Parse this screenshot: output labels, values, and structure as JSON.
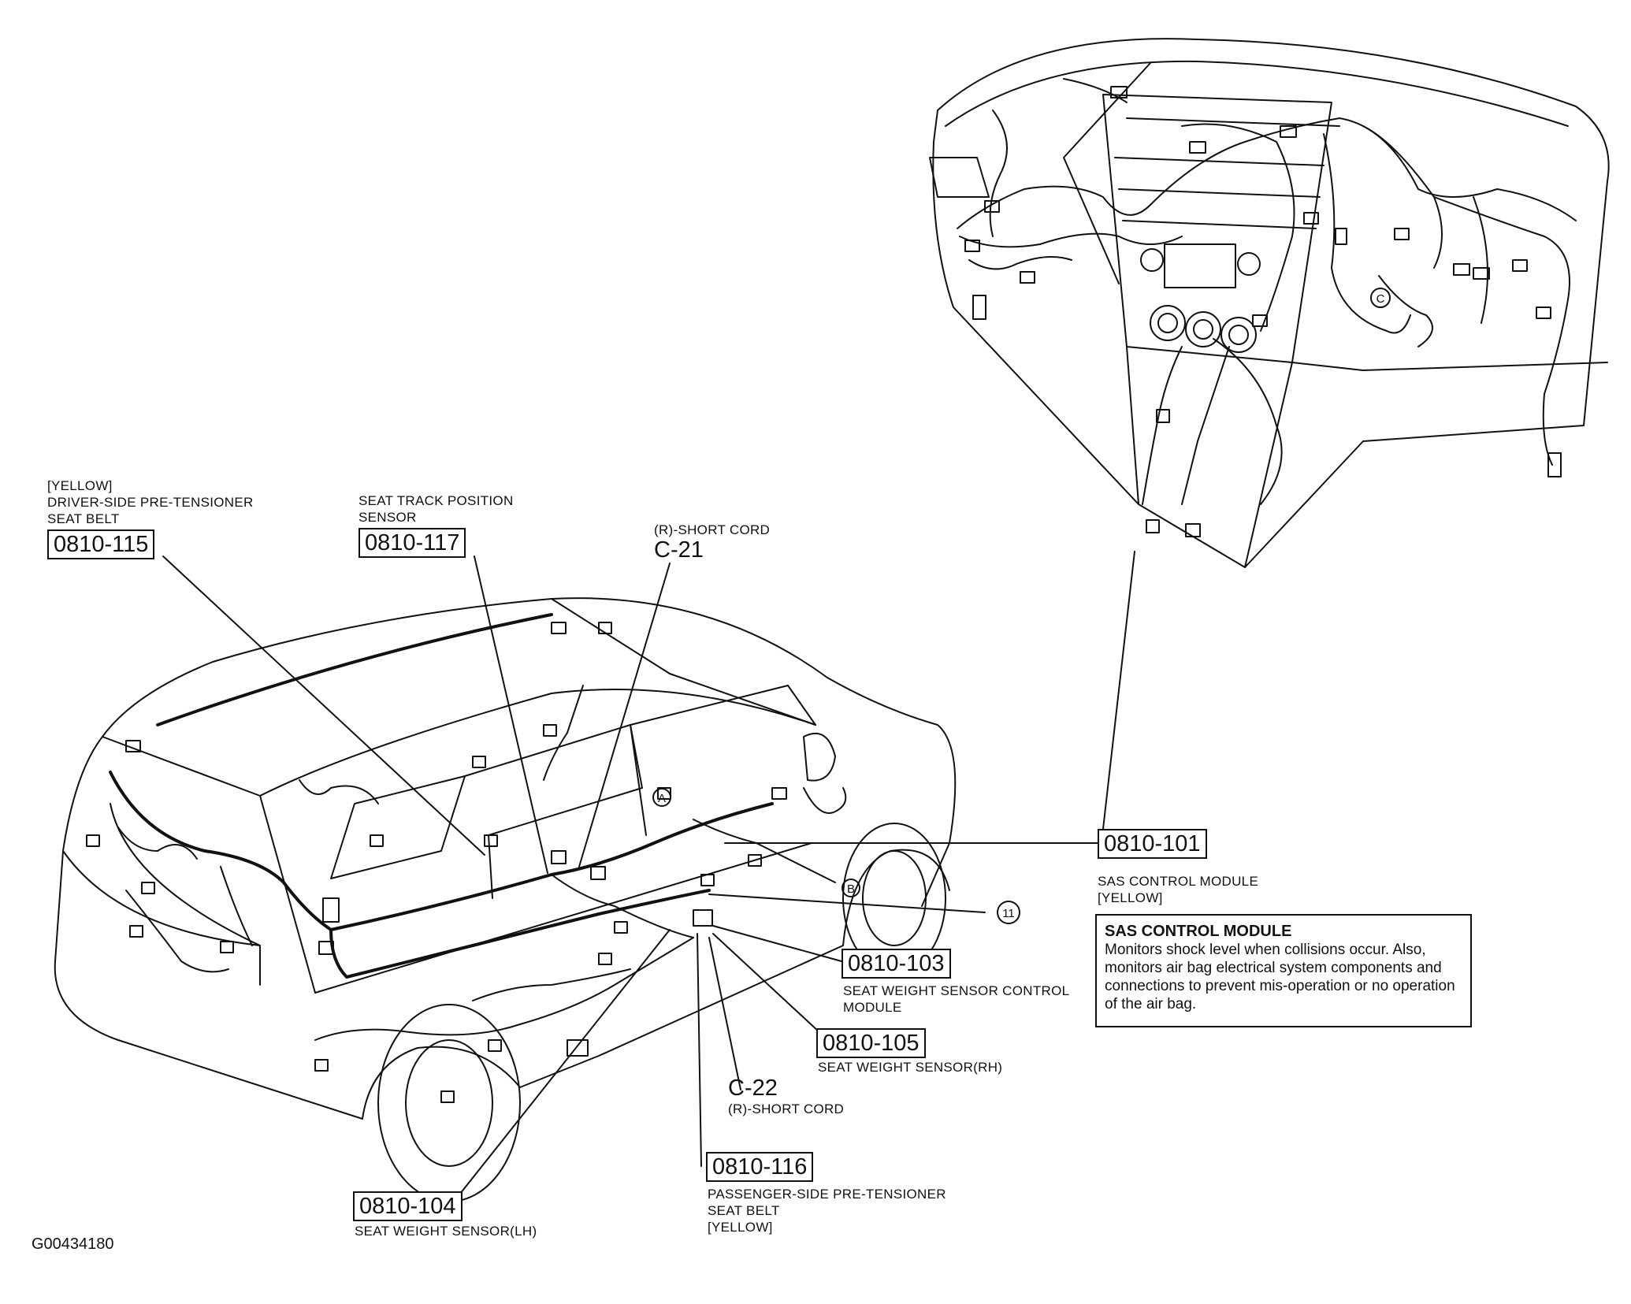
{
  "callouts": {
    "c115": {
      "code": "0810-115",
      "color": "[YELLOW]",
      "line1": "DRIVER-SIDE PRE-TENSIONER",
      "line2": "SEAT BELT"
    },
    "c117": {
      "code": "0810-117",
      "line1": "SEAT TRACK POSITION",
      "line2": "SENSOR"
    },
    "c21": {
      "conn": "C-21",
      "note": "(R)-SHORT CORD"
    },
    "c101": {
      "code": "0810-101",
      "line1": "SAS CONTROL MODULE",
      "line2": "[YELLOW]"
    },
    "c103": {
      "code": "0810-103",
      "line1": "SEAT WEIGHT SENSOR CONTROL",
      "line2": "MODULE"
    },
    "c105": {
      "code": "0810-105",
      "line1": "SEAT WEIGHT SENSOR(RH)"
    },
    "c22": {
      "conn": "C-22",
      "note": "(R)-SHORT CORD"
    },
    "c116": {
      "code": "0810-116",
      "line1": "PASSENGER-SIDE PRE-TENSIONER",
      "line2": "SEAT BELT",
      "line3": "[YELLOW]"
    },
    "c104": {
      "code": "0810-104",
      "line1": "SEAT WEIGHT SENSOR(LH)"
    }
  },
  "markers": {
    "a": "A",
    "b": "B",
    "c": "C",
    "eleven": "11"
  },
  "info_box": {
    "title": "SAS CONTROL MODULE",
    "body": "Monitors shock level when collisions occur. Also, monitors air bag electrical system components and connections to prevent mis-operation or no operation of the air bag."
  },
  "figure_id": "G00434180"
}
